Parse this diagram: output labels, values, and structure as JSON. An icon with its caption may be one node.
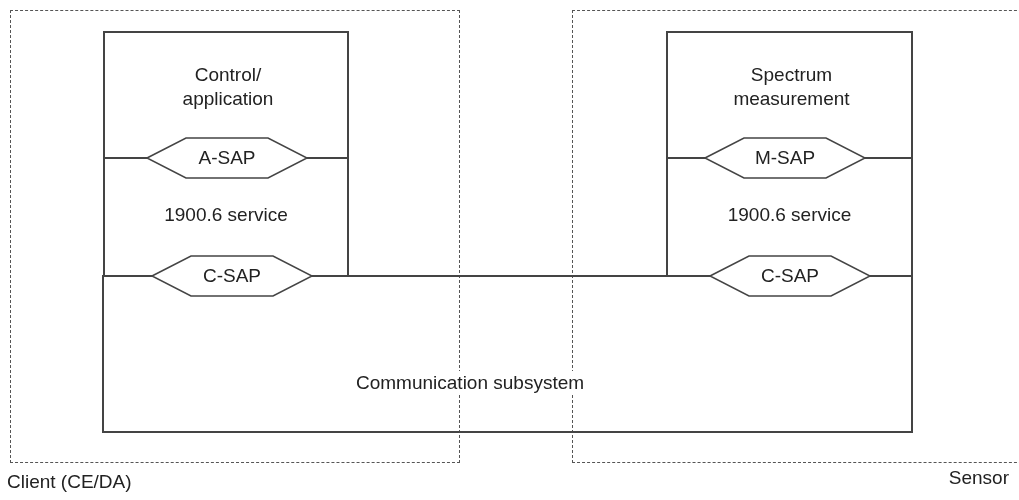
{
  "diagram": {
    "nodes": [
      {
        "text": [
          "Client (CE/DA)"
        ]
      },
      {
        "text": [
          "Sensor"
        ]
      },
      {
        "text": [
          "Communication subsystem"
        ]
      },
      {
        "text": [
          "Control/ application"
        ],
        "in": 0
      },
      {
        "text": [
          "A-SAP"
        ],
        "in": 0
      },
      {
        "text": [
          "1900.6 service"
        ],
        "in": 0
      },
      {
        "text": [
          "C-SAP"
        ],
        "in": 0
      },
      {
        "text": [
          "Spectrum measurement"
        ],
        "in": 1
      },
      {
        "text": [
          "M-SAP"
        ],
        "in": 1
      },
      {
        "text": [
          "1900.6 service"
        ],
        "in": 1
      },
      {
        "text": [
          "C-SAP"
        ],
        "in": 1
      }
    ],
    "edges": []
  }
}
